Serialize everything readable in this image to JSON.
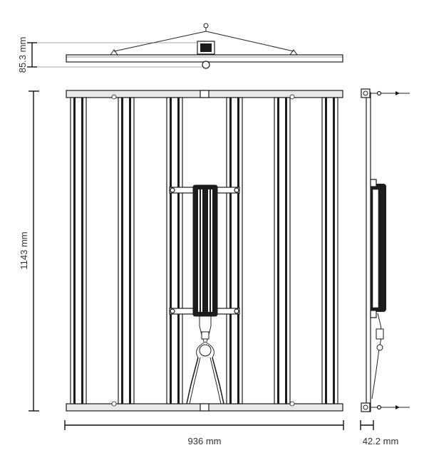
{
  "dimensions": {
    "top_height": "85.3 mm",
    "front_height": "1143 mm",
    "front_width": "936 mm",
    "side_depth": "42.2 mm"
  },
  "colors": {
    "line": "#1a1a1a",
    "text": "#333333",
    "background": "#ffffff"
  }
}
